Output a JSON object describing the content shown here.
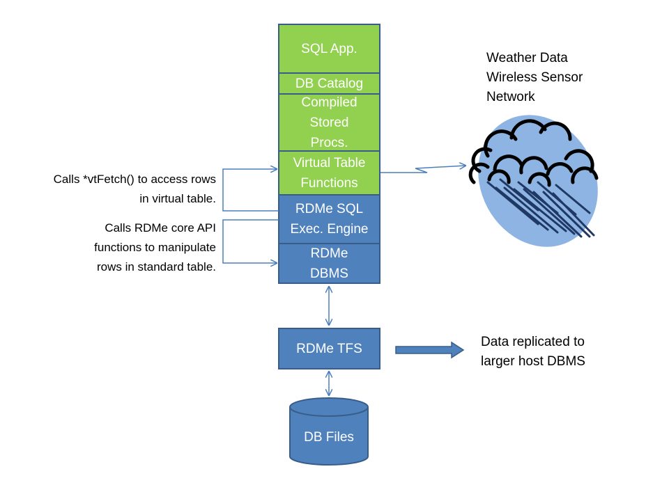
{
  "colors": {
    "green_fill": "#92D050",
    "blue_fill": "#4F81BD",
    "border": "#385D8A",
    "cloud_fill": "#8EB4E3",
    "arrow": "#4A7EBB"
  },
  "stack": {
    "sql_app": "SQL App.",
    "db_catalog": "DB Catalog",
    "stored_procs": [
      "Compiled",
      "Stored",
      "Procs."
    ],
    "virtual_table": [
      "Virtual Table",
      "Functions"
    ],
    "sql_engine": [
      "RDMe SQL",
      "Exec. Engine"
    ],
    "dbms": [
      "RDMe",
      "DBMS"
    ]
  },
  "tfs": {
    "label": "RDMe TFS"
  },
  "db_files": {
    "label": "DB Files"
  },
  "annotations": {
    "vtfetch": [
      "Calls *vtFetch() to access rows",
      "in virtual table."
    ],
    "core_api": [
      "Calls RDMe core API",
      "functions to manipulate",
      "rows in standard table."
    ]
  },
  "sensor": {
    "title": [
      "Weather Data",
      "Wireless Sensor",
      "Network"
    ],
    "icon": "cloud-rain-icon"
  },
  "replication": {
    "label": [
      "Data replicated to",
      "larger host DBMS"
    ]
  }
}
